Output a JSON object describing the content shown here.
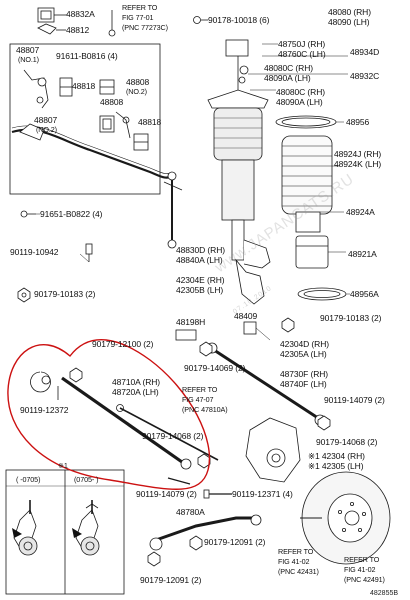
{
  "labels": {
    "p48832a": "48832A",
    "p48812": "48812",
    "refer1": "REFER TO",
    "fig1": "FIG 77-01",
    "pnc1": "(PNC 77273C)",
    "p90178": "90178-10018 (6)",
    "p48080_rh": "48080 (RH)",
    "p48090_lh": "48090 (LH)",
    "p48807_top": "48807",
    "no1_top": "(NO.1)",
    "p91611": "91611-B0816 (4)",
    "p48750j": "48750J (RH)",
    "p48760c": "48760C (LH)",
    "p48934d": "48934D",
    "p48818a": "48818",
    "p48808": "48808",
    "no2_a": "(NO.2)",
    "p48080c_a": "48080C (RH)",
    "p48090a_a": "48090A (LH)",
    "p48932c": "48932C",
    "p48808b": "48808",
    "p48080c_b": "48080C (RH)",
    "p48090a_b": "48090A (LH)",
    "p48807_b": "48807",
    "no2_b": "(NO.2)",
    "p48818b": "48818",
    "p48956": "48956",
    "p48924j": "48924J (RH)",
    "p48924k": "48924K (LH)",
    "p91651": "91651-B0822 (4)",
    "p48924a": "48924A",
    "p90119_10942": "90119-10942",
    "p48830d": "48830D (RH)",
    "p48840a": "48840A (LH)",
    "p48921a": "48921A",
    "p42304e": "42304E (RH)",
    "p42305b": "42305B (LH)",
    "p90179_10183_a": "90179-10183 (2)",
    "p48956a": "48956A",
    "p48409": "48409",
    "p48198h": "48198H",
    "p90179_10183_b": "90179-10183 (2)",
    "p90179_12100": "90179-12100 (2)",
    "p42304d": "42304D (RH)",
    "p42305a": "42305A (LH)",
    "p90179_14069": "90179-14069 (2)",
    "p48710a": "48710A (RH)",
    "p48720a": "48720A (LH)",
    "refer2": "REFER TO",
    "fig2": "FIG 47-07",
    "pnc2": "(PNC 47810A)",
    "p48730f": "48730F (RH)",
    "p48740f": "48740F (LH)",
    "p90119_12372": "90119-12372",
    "p90119_14079_a": "90119-14079 (2)",
    "p90179_14068_a": "90179-14068 (2)",
    "p90179_14068_b": "90179-14068 (2)",
    "p42304": "※1 42304 (RH)",
    "p42305": "※1 42305 (LH)",
    "note_star": "※1",
    "p90119_14079_b": "90119-14079 (2)",
    "p90119_12371": "90119-12371 (4)",
    "inset_a": "( -0705)",
    "inset_b": "(0705- )",
    "p48780a": "48780A",
    "p90179_12091_a": "90179-12091 (2)",
    "refer3": "REFER TO",
    "fig3": "FIG 41-02",
    "pnc3": "(PNC 42431)",
    "refer4": "REFER TO",
    "fig4": "FIG 41-02",
    "pnc4": "(PNC 42491)",
    "p90179_12091_b": "90179-12091 (2)",
    "code": "482855B"
  },
  "watermark": {
    "text": "www.JAPANCATS.RU",
    "date": "07.10.2010"
  },
  "colors": {
    "line": "#1a1a1a",
    "circle": "#cc1111",
    "fill": "#ffffff",
    "shade": "#d9d9d9"
  }
}
